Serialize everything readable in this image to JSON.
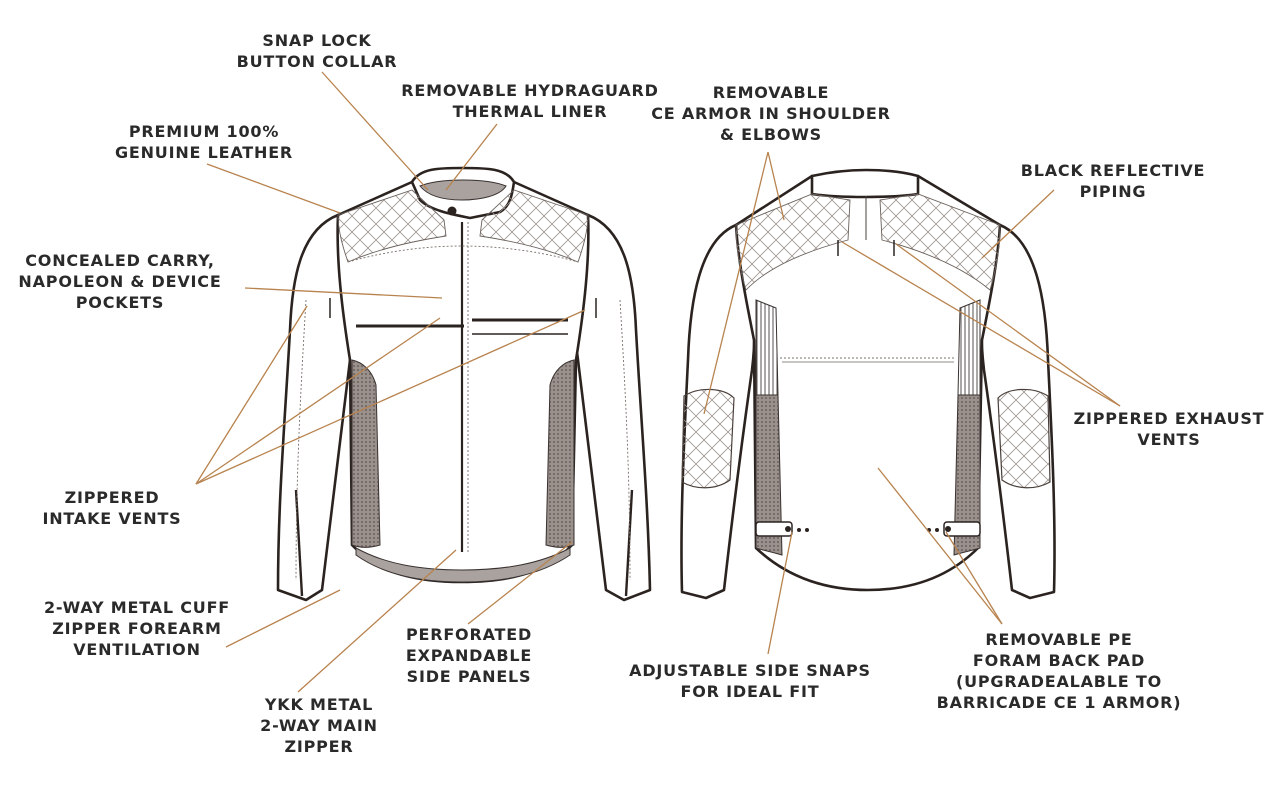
{
  "diagram": {
    "labels": {
      "snap_lock": [
        "SNAP LOCK",
        "BUTTON COLLAR"
      ],
      "hydraguard": [
        "REMOVABLE HYDRAGUARD",
        "THERMAL LINER"
      ],
      "ce_armor": [
        "REMOVABLE",
        "CE ARMOR IN SHOULDER",
        "& ELBOWS"
      ],
      "leather": [
        "PREMIUM 100%",
        "GENUINE LEATHER"
      ],
      "reflective": [
        "BLACK REFLECTIVE",
        "PIPING"
      ],
      "pockets": [
        "CONCEALED CARRY,",
        "NAPOLEON & DEVICE",
        "POCKETS"
      ],
      "exhaust": [
        "ZIPPERED EXHAUST",
        "VENTS"
      ],
      "intake": [
        "ZIPPERED",
        "INTAKE VENTS"
      ],
      "cuff": [
        "2-WAY METAL CUFF",
        "ZIPPER FOREARM",
        "VENTILATION"
      ],
      "perforated": [
        "PERFORATED",
        "EXPANDABLE",
        "SIDE PANELS"
      ],
      "side_snaps": [
        "ADJUSTABLE SIDE SNAPS",
        "FOR IDEAL FIT"
      ],
      "back_pad": [
        "REMOVABLE PE",
        "FORAM BACK PAD",
        "(UPGRADEALABLE TO",
        "BARRICADE CE 1 ARMOR)"
      ],
      "ykk": [
        "YKK METAL",
        "2-WAY MAIN",
        "ZIPPER"
      ]
    },
    "colors": {
      "leader_line": "#b8834e",
      "outline": "#2b2320",
      "text": "#2a2a2a",
      "mesh": "#8d8380"
    }
  }
}
